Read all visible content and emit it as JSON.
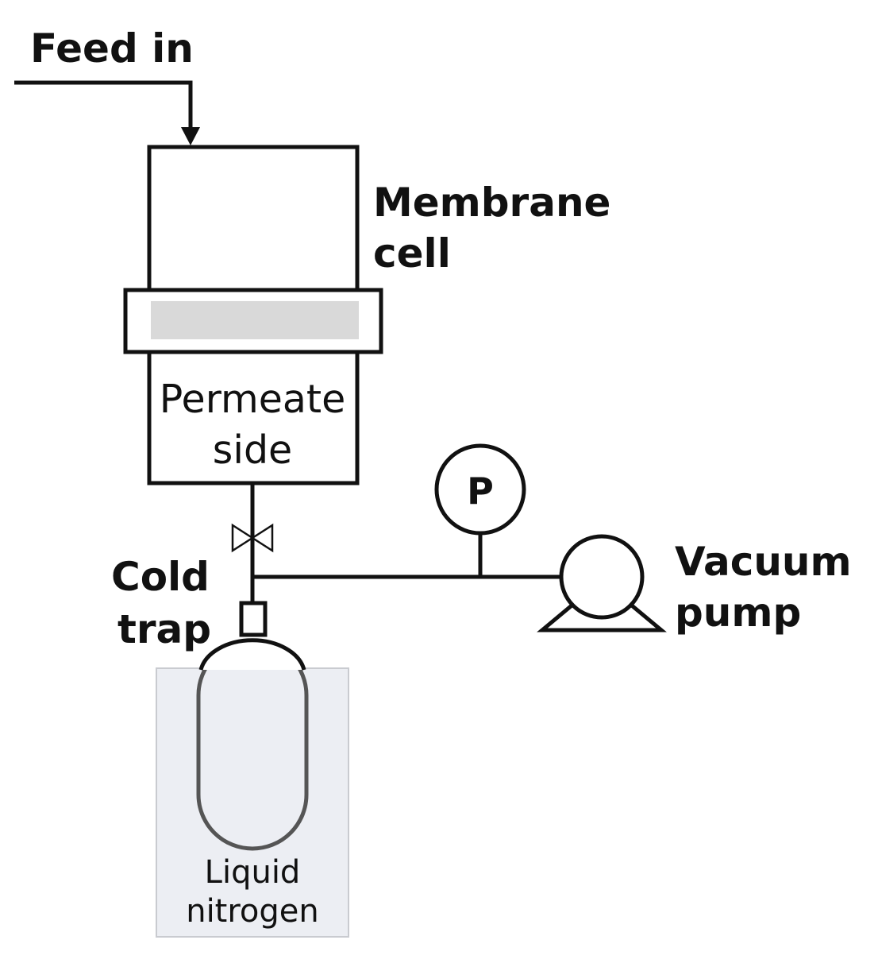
{
  "labels": {
    "feed_in": "Feed in",
    "membrane_cell_line1": "Membrane",
    "membrane_cell_line2": "cell",
    "permeate_line1": "Permeate",
    "permeate_line2": "side",
    "pressure_gauge": "P",
    "vacuum_pump_line1": "Vacuum",
    "vacuum_pump_line2": "pump",
    "cold_trap_line1": "Cold",
    "cold_trap_line2": "trap",
    "liquid_nitrogen_line1": "Liquid",
    "liquid_nitrogen_line2": "nitrogen"
  },
  "colors": {
    "line": "#111111",
    "membrane_fill": "#d9d9d9",
    "nitrogen_bath_fill": "#eceef3",
    "nitrogen_bath_border": "#c9cbd0",
    "flask_inner": "#555555"
  }
}
